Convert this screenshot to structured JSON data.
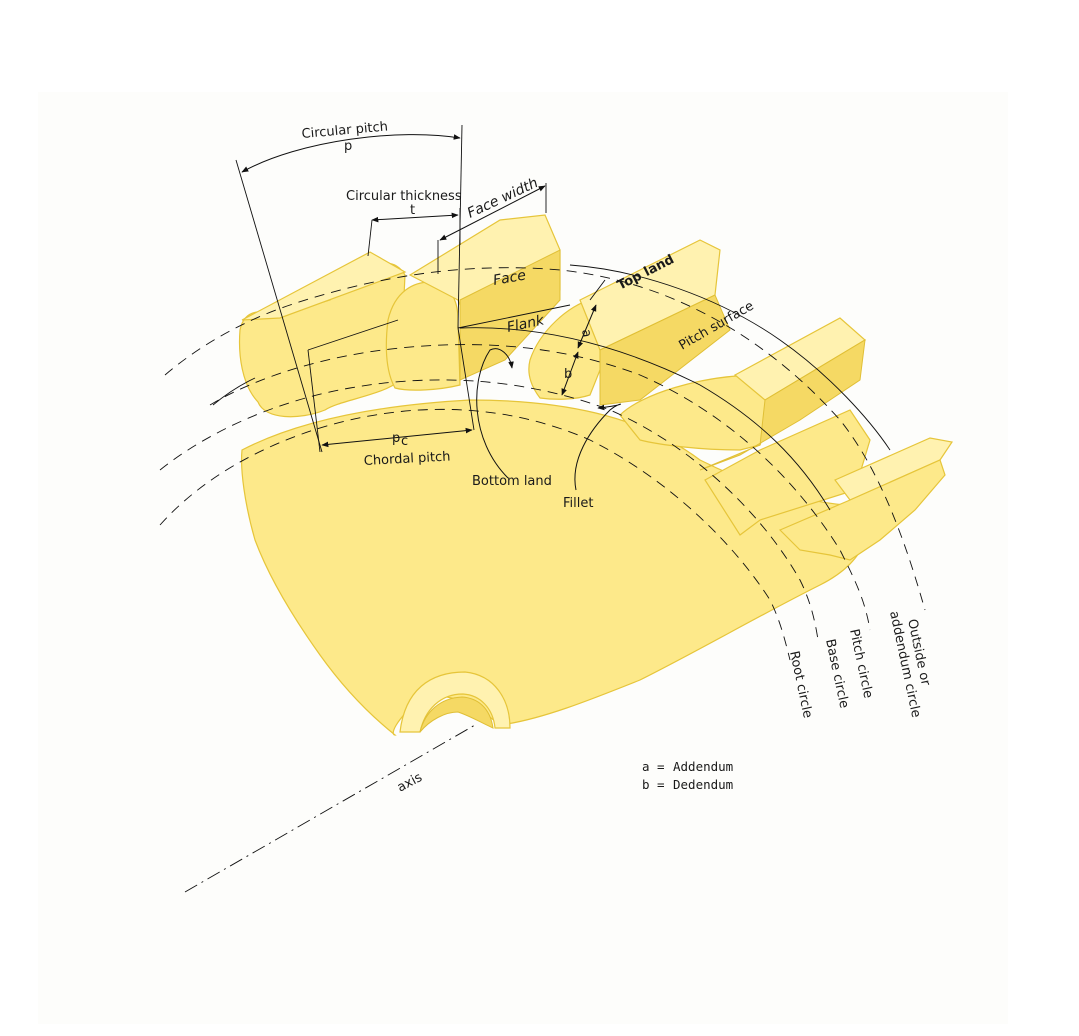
{
  "labels": {
    "circular_pitch": "Circular pitch",
    "p": "p",
    "circular_thickness": "Circular thickness",
    "t": "t",
    "face_width": "Face width",
    "face": "Face",
    "flank": "Flank",
    "top_land": "Top land",
    "pitch_surface": "Pitch surface",
    "a": "a",
    "b": "b",
    "pc_p": "p",
    "pc_sub": "c",
    "chordal_pitch": "Chordal pitch",
    "bottom_land": "Bottom land",
    "fillet": "Fillet",
    "root_circle": "Root circle",
    "base_circle": "Base circle",
    "pitch_circle": "Pitch circle",
    "outside_line1": "Outside or",
    "outside_line2": "addendum circle",
    "axis": "axis"
  },
  "legend": [
    {
      "symbol": "a",
      "eq": "=",
      "term": "Addendum"
    },
    {
      "symbol": "b",
      "eq": "=",
      "term": "Dedendum"
    }
  ],
  "colors": {
    "gear_fill": "#fde98a",
    "gear_stroke": "#e6c53a",
    "line": "#111111"
  }
}
